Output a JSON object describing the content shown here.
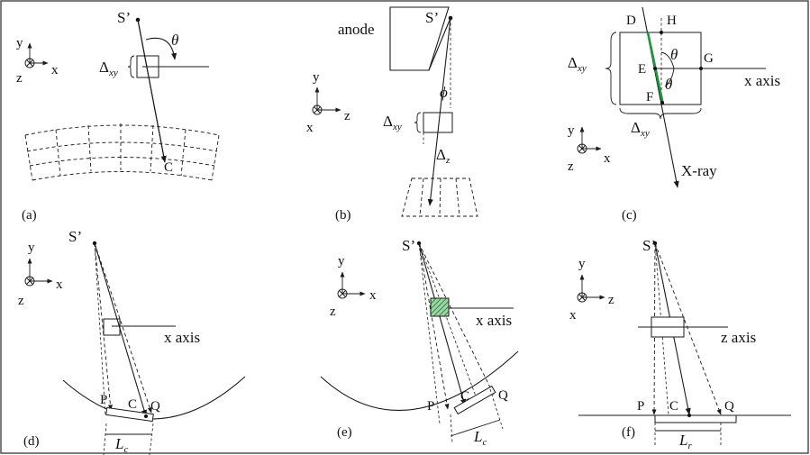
{
  "panels": {
    "a": {
      "label": "(a)",
      "source": "S’",
      "angle": "θ",
      "delta": "Δ",
      "delta_sub": "xy",
      "center": "C"
    },
    "b": {
      "label": "(b)",
      "source": "S’",
      "anode": "anode",
      "angle": "ϕ",
      "delta": "Δ",
      "delta_sub": "xy",
      "delta_z": "Δ",
      "delta_z_sub": "z"
    },
    "c": {
      "label": "(c)",
      "D": "D",
      "H": "H",
      "E": "E",
      "G": "G",
      "F": "F",
      "theta1": "θ",
      "theta2": "θ",
      "delta": "Δ",
      "delta_sub": "xy",
      "delta_b": "Δ",
      "delta_b_sub": "xy",
      "xaxis": "x axis",
      "xray": "X-ray"
    },
    "d": {
      "label": "(d)",
      "source": "S’",
      "xaxis": "x axis",
      "P": "P",
      "C": "C",
      "Q": "Q",
      "L": "L",
      "L_sub": "c"
    },
    "e": {
      "label": "(e)",
      "source": "S’",
      "xaxis": "x axis",
      "P": "P",
      "C": "C",
      "Q": "Q",
      "L": "L",
      "L_sub": "c"
    },
    "f": {
      "label": "(f)",
      "source": "S’",
      "zaxis": "z axis",
      "P": "P",
      "C": "C",
      "Q": "Q",
      "L": "L",
      "L_sub": "r"
    }
  },
  "axes": {
    "a": {
      "y": "y",
      "x": "x",
      "z": "z"
    },
    "b": {
      "y": "y",
      "x": "x",
      "z": "z"
    },
    "c": {
      "y": "y",
      "x": "x",
      "z": "z"
    },
    "d": {
      "y": "y",
      "x": "x",
      "z": "z"
    },
    "e": {
      "y": "y",
      "x": "x",
      "z": "z"
    },
    "f": {
      "y": "y",
      "x": "x",
      "z": "z"
    }
  },
  "colors": {
    "ray_green": "#1a9a3c",
    "hatch_green": "#2e8b3a",
    "ink": "#1a1a1a"
  }
}
